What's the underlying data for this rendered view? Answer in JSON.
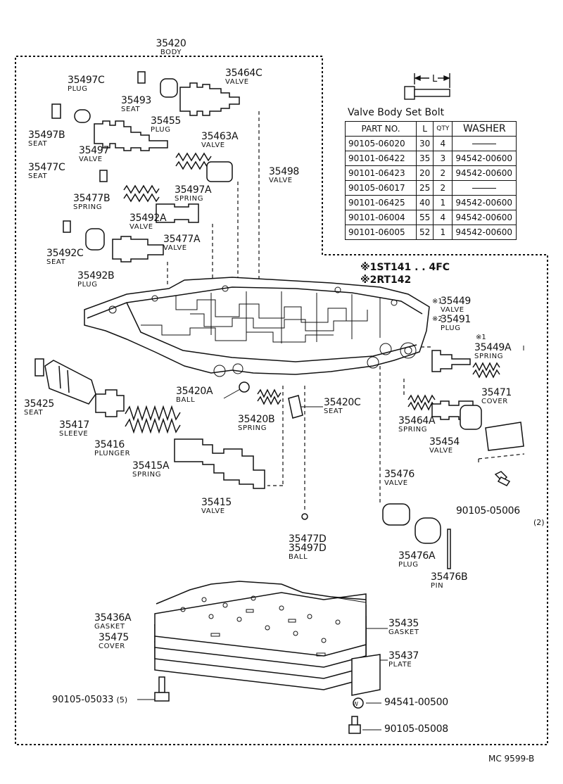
{
  "diagram": {
    "body": {
      "number": "35420",
      "desc": "BODY"
    },
    "parts": [
      {
        "id": "p35497c",
        "number": "35497C",
        "desc": "PLUG"
      },
      {
        "id": "p35493",
        "number": "35493",
        "desc": "SEAT"
      },
      {
        "id": "p35464c",
        "number": "35464C",
        "desc": "VALVE"
      },
      {
        "id": "p35455",
        "number": "35455",
        "desc": "PLUG"
      },
      {
        "id": "p35497b",
        "number": "35497B",
        "desc": "SEAT"
      },
      {
        "id": "p35463a",
        "number": "35463A",
        "desc": "VALVE"
      },
      {
        "id": "p35497",
        "number": "35497",
        "desc": "VALVE"
      },
      {
        "id": "p35477c",
        "number": "35477C",
        "desc": "SEAT"
      },
      {
        "id": "p35498",
        "number": "35498",
        "desc": "VALVE"
      },
      {
        "id": "p35497a",
        "number": "35497A",
        "desc": "SPRING"
      },
      {
        "id": "p35477b",
        "number": "35477B",
        "desc": "SPRING"
      },
      {
        "id": "p35492a",
        "number": "35492A",
        "desc": "VALVE"
      },
      {
        "id": "p35477a",
        "number": "35477A",
        "desc": "VALVE"
      },
      {
        "id": "p35492c",
        "number": "35492C",
        "desc": "SEAT"
      },
      {
        "id": "p35492b",
        "number": "35492B",
        "desc": "PLUG"
      },
      {
        "id": "p35449",
        "number": "35449",
        "desc": "VALVE"
      },
      {
        "id": "p35491",
        "number": "35491",
        "desc": "PLUG"
      },
      {
        "id": "p35449a",
        "number": "35449A",
        "desc": "SPRING"
      },
      {
        "id": "p35471",
        "number": "35471",
        "desc": "COVER"
      },
      {
        "id": "p35420a",
        "number": "35420A",
        "desc": "BALL"
      },
      {
        "id": "p35420c",
        "number": "35420C",
        "desc": "SEAT"
      },
      {
        "id": "p35420b",
        "number": "35420B",
        "desc": "SPRING"
      },
      {
        "id": "p35425",
        "number": "35425",
        "desc": "SEAT"
      },
      {
        "id": "p35417",
        "number": "35417",
        "desc": "SLEEVE"
      },
      {
        "id": "p35416",
        "number": "35416",
        "desc": "PLUNGER"
      },
      {
        "id": "p35415a",
        "number": "35415A",
        "desc": "SPRING"
      },
      {
        "id": "p35415",
        "number": "35415",
        "desc": "VALVE"
      },
      {
        "id": "p35464a",
        "number": "35464A",
        "desc": "SPRING"
      },
      {
        "id": "p35454",
        "number": "35454",
        "desc": "VALVE"
      },
      {
        "id": "p35476",
        "number": "35476",
        "desc": "VALVE"
      },
      {
        "id": "p35476a",
        "number": "35476A",
        "desc": "PLUG"
      },
      {
        "id": "p35476b",
        "number": "35476B",
        "desc": "PIN"
      },
      {
        "id": "p35436a",
        "number": "35436A",
        "desc": "GASKET"
      },
      {
        "id": "p35475",
        "number": "35475",
        "desc": "COVER"
      },
      {
        "id": "p35435",
        "number": "35435",
        "desc": "GASKET"
      },
      {
        "id": "p35437",
        "number": "35437",
        "desc": "PLATE"
      }
    ],
    "ball_label": {
      "line1": "35477D",
      "line2": "35497D",
      "desc": "BALL"
    },
    "bolts": {
      "b05006": {
        "number": "90105-05006",
        "qty": "(2)"
      },
      "b05033": {
        "number": "90105-05033",
        "qty": "(5)"
      },
      "w00500": {
        "symbol": "W",
        "number": "94541-00500"
      },
      "b05008": {
        "number": "90105-05008"
      }
    },
    "notes": [
      {
        "mark": "※1",
        "text": "ST141 . . 4FC"
      },
      {
        "mark": "※2",
        "text": "RT142"
      }
    ],
    "star_marks": {
      "s35449": "※1",
      "s35491": "※2",
      "s35449a": "※1"
    },
    "bolt_dimension_label": "L",
    "code": "MC 9599-B"
  },
  "bolt_table": {
    "title": "Valve Body Set Bolt",
    "headers": [
      "PART NO.",
      "L",
      "QTY",
      "WASHER"
    ],
    "rows": [
      {
        "part": "90105-06020",
        "l": "30",
        "qty": "4",
        "washer": ""
      },
      {
        "part": "90101-06422",
        "l": "35",
        "qty": "3",
        "washer": "94542-00600"
      },
      {
        "part": "90101-06423",
        "l": "20",
        "qty": "2",
        "washer": "94542-00600"
      },
      {
        "part": "90105-06017",
        "l": "25",
        "qty": "2",
        "washer": ""
      },
      {
        "part": "90101-06425",
        "l": "40",
        "qty": "1",
        "washer": "94542-00600"
      },
      {
        "part": "90101-06004",
        "l": "55",
        "qty": "4",
        "washer": "94542-00600"
      },
      {
        "part": "90101-06005",
        "l": "52",
        "qty": "1",
        "washer": "94542-00600"
      }
    ]
  }
}
